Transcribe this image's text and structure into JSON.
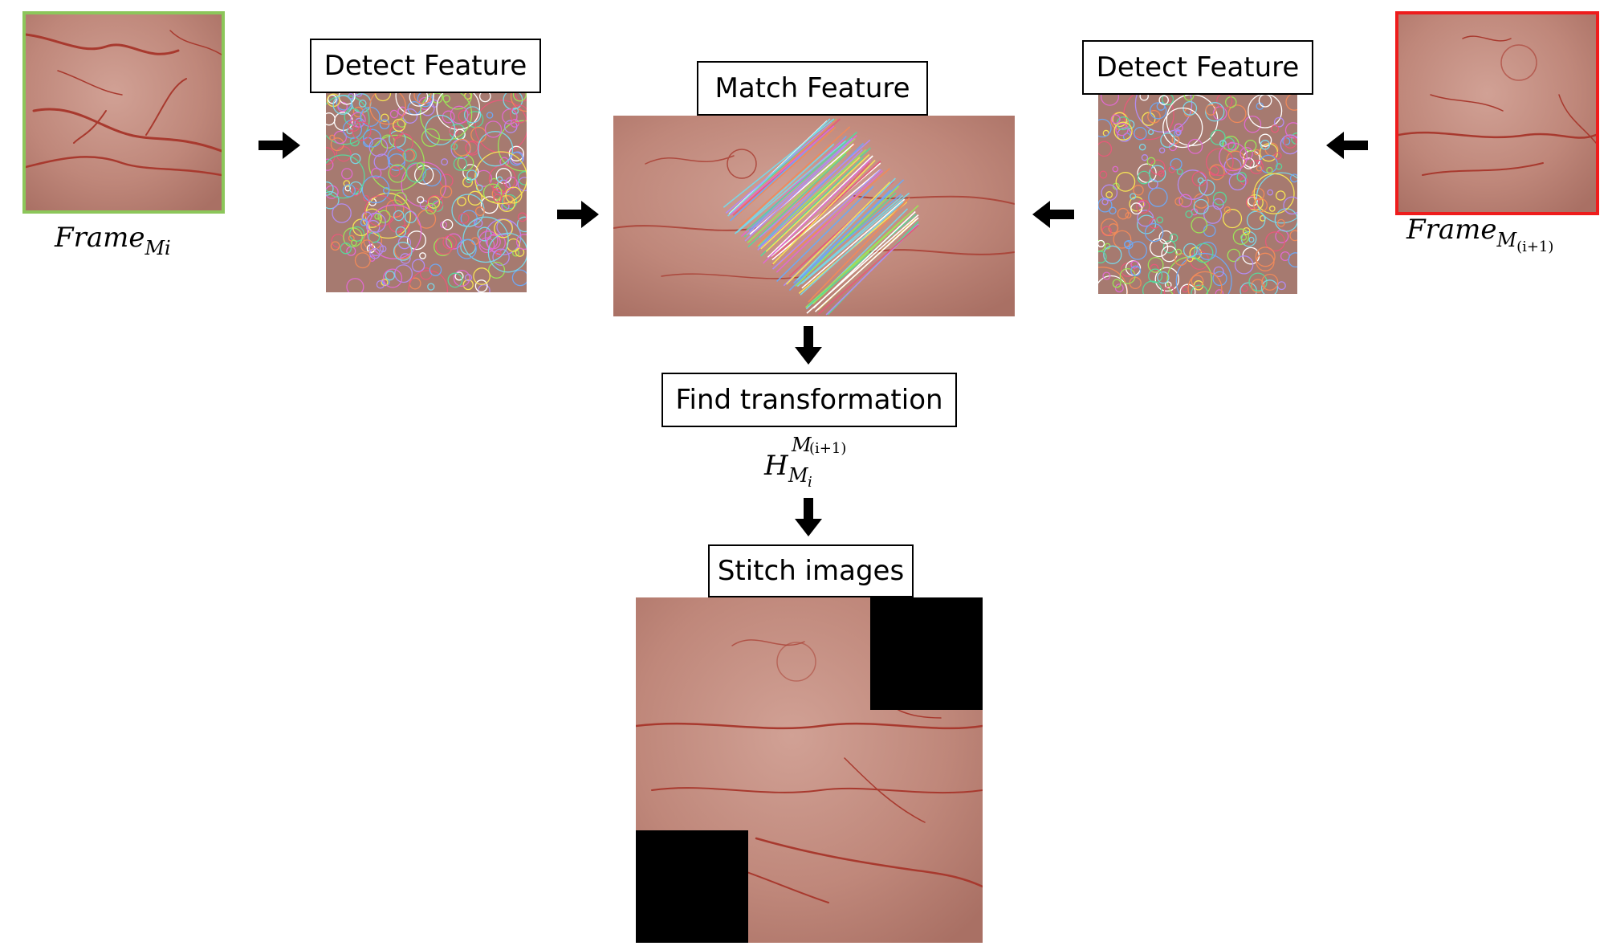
{
  "labels": {
    "detect_left": "Detect Feature",
    "detect_right": "Detect Feature",
    "match": "Match Feature",
    "find": "Find transformation",
    "stitch": "Stitch images"
  },
  "math": {
    "frame_left_base": "Frame",
    "frame_left_sub": "Mi",
    "frame_right_base": "Frame",
    "frame_right_sub": "M",
    "frame_right_subsub": "(i+1)",
    "h_base": "H",
    "h_sup": "M",
    "h_sup_sub": "(i+1)",
    "h_sub": "M",
    "h_sub_sub": "i"
  },
  "colors": {
    "frame_left_border": "#8cc65a",
    "frame_right_border": "#ee1c1c",
    "tissue": "#c08a7c",
    "vessel": "#a8392e",
    "black_patch": "#000000"
  }
}
